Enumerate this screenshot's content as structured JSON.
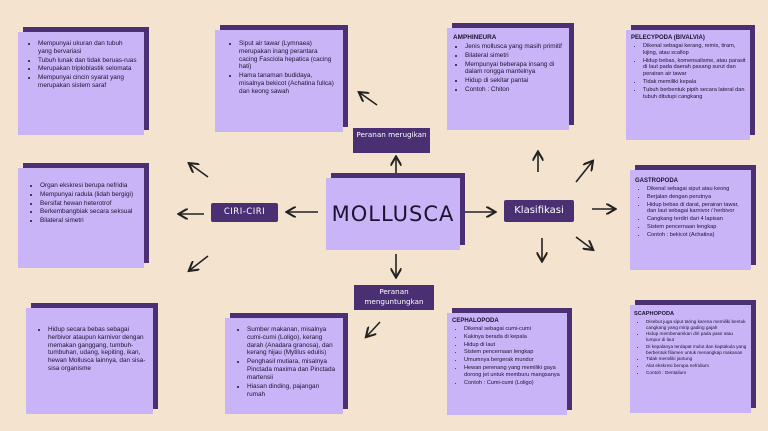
{
  "center": "MOLLUSCA",
  "labels": {
    "ciri": "CIRI-CIRI",
    "klasifikasi": "Klasifikasi",
    "merugikan": "Peranan merugikan",
    "menguntungkan": "Peranan menguntungkan"
  },
  "card1": [
    "Mempunyai ukuran dan tubuh yang bervariasi",
    "Tubuh lunak dan tidak beruas-ruas",
    "Merupakan triploblastik selomata",
    "Mempunyai cincin syarat yang merupakan sistem saraf"
  ],
  "card2": [
    "Organ ekskresi berupa nefridia",
    "Mempunyai radula (lidah bergigi)",
    "Bersifat hewan heterotrof",
    "Berkembangbiak secara seksual",
    "Bilateral simetri"
  ],
  "card3": [
    "Hidup secara bebas sebagai herbivor ataupun karnivor dengan memakan ganggang, tumbuh-tumbuhan, udang, kepiting, ikan, hewan Mollusca lainnya, dan sisa-sisa organisme"
  ],
  "card4": [
    "Siput air tawar (Lymnaea) merupakan inang perantara cacing Fasciola hepatica (cacing hati)",
    "Hama tanaman budidaya, misalnya bekicot (Achatina fulica) dan keong sawah"
  ],
  "card5": [
    "Sumber makanan, misalnya cumi-cumi (Loligo), kerang darah (Anadara granosa), dan kerang hijau (Mytilus edulis)",
    "Penghasil mutiara, misalnya Pinctada maxima dan Pinctada martensii",
    "Hiasan dinding, pajangan rumah"
  ],
  "amphineura": {
    "title": "AMPHINEURA",
    "items": [
      "Jenis mollusca yang masih primitif",
      "Bilateral simetri",
      "Mempunyai beberapa insang di dalam rongga mantelnya",
      "Hidup di sekitar pantai",
      "Contoh : Chiton"
    ]
  },
  "cephalopoda": {
    "title": "CEPHALOPODA",
    "items": [
      "Dikenal sebagai cumi-cumi",
      "Kakinya berada di kepala",
      "Hidup di laut",
      "Sistem pencernaan lengkap",
      "Umumnya bergerak mundur",
      "Hewan perenang yang memiliki gaya dorong jet untuk memburu mangsanya",
      "Contoh : Cumi-cumi (Loligo)"
    ]
  },
  "pelecypoda": {
    "title": "PELECYPODA (BIVALVIA)",
    "items": [
      "Dikenal sebagai kerang, remis, tiram, kijing, atau scallop",
      "Hidup bebas, komensalisme, atau parasit di laut pada daerah pasang surut dan perairan air tawar",
      "Tidak memiliki kepala",
      "Tubuh berbentuk pipih secara lateral dan tubuh ditutupi cangkang"
    ]
  },
  "gastropoda": {
    "title": "GASTROPODA",
    "items": [
      "Dikenal sebagai siput atau keong",
      "Berjalan dengan perutnya",
      "Hidup bebas di darat, perairan tawar, dan laut sebagai karnivor / herbivor",
      "Cangkang terdiri dari 4 lapisan",
      "Sistem pencernaan lengkap",
      "Contoh : bekicot (Achatina)"
    ]
  },
  "scaphopoda": {
    "title": "SCAPHOPODA",
    "items": [
      "Disebut juga siput taring karena memiliki bentuk cangkang yang mirip gading gajah",
      "Hidup membenamkan diri pada pasir atau lumpur di laut",
      "Di kepalanya terdapat mulut dan kaptakula yang berbentuk filamen untuk menangkap makanan",
      "Tidak memiliki jantung",
      "Alat ekskresi berupa nefridium",
      "Contoh : Dentalium"
    ]
  },
  "colors": {
    "card": "#c9b4f7",
    "shadow": "#4a2f73",
    "background": "#f4e4cf"
  }
}
